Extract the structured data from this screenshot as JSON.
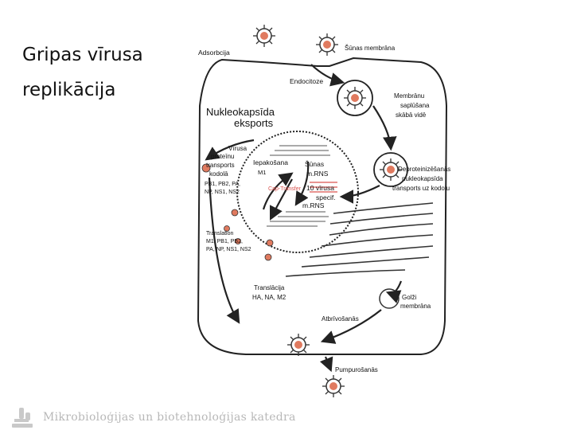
{
  "slide": {
    "title_line1": "Gripas vīrusa",
    "title_line2": "replikācija",
    "footer": "Mikrobioloģijas un biotehnoloģijas katedra"
  },
  "diagram": {
    "labels": {
      "adsorbcija": "Adsorbcija",
      "sunas_membrana": "Šūnas membrāna",
      "endocitoze": "Endocitoze",
      "membranu_1": "Membrānu",
      "membranu_2": "saplūšana",
      "membranu_3": "skābā vidē",
      "nukleo_1": "Nukleokapsīda",
      "nukleo_2": "eksports",
      "virusa_1": "Vīrusa",
      "virusa_2": "proteīnu",
      "virusa_3": "transports",
      "virusa_4": "kodolā",
      "proteins_1": "PB1, PB2, PA,",
      "proteins_2": "NP, NS1, NS2",
      "iepakosana": "Iepakošana",
      "m1": "M1",
      "cap_transfer": "Cap-Transfer",
      "sunas_mrns_1": "Šūnas",
      "sunas_mrns_2": "m.RNS",
      "virusa_mrns_1": "10 vīrusa",
      "virusa_mrns_2": "specif.",
      "virusa_mrns_3": "m.RNS",
      "deprot_1": "Deproteinizēšanās",
      "deprot_2": "nukleokapsīda",
      "deprot_3": "transports uz kodolu",
      "translation_1": "Translation",
      "translation_2": "M1, PB1, PB2,",
      "translation_3": "PA, NP, NS1, NS2",
      "translacija_1": "Translācija",
      "translacija_2": "HA, NA, M2",
      "golzi_1": "Golži",
      "golzi_2": "membrāna",
      "atbrivosanas": "Atbrīvošanās",
      "pumpurosanas": "Pumpurošanās"
    }
  },
  "colors": {
    "virus_core": "#e07a5f",
    "spike": "#333333",
    "mrna_red": "#d9534f",
    "line": "#222222"
  }
}
